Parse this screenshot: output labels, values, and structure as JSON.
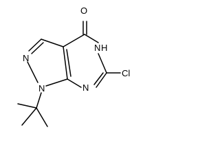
{
  "molecule": {
    "atom_labels": {
      "oxygen": "O",
      "ring_nh": "N",
      "ring_nh_h": "H",
      "n_methyl_n": "N",
      "pyrazole_n": "N",
      "pyrimidine_n": "N",
      "chlorine": "Cl"
    }
  }
}
